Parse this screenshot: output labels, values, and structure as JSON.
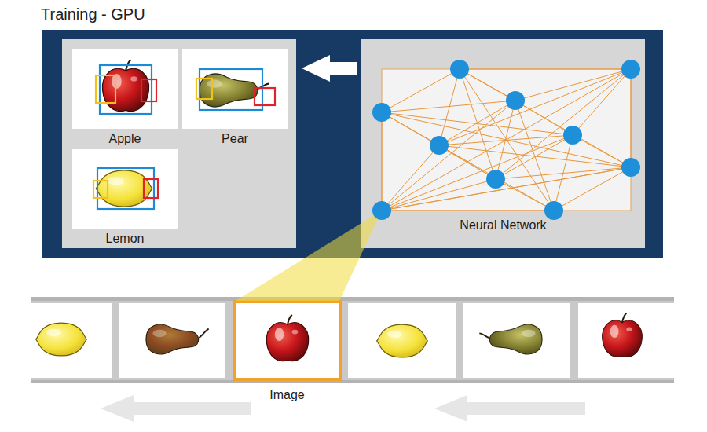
{
  "diagram": {
    "title": "Training - GPU",
    "nodes": [
      {
        "text": [
          "Apple"
        ]
      },
      {
        "text": [
          "Pear"
        ]
      },
      {
        "text": [
          "Lemon"
        ]
      },
      {
        "text": [
          "Neural Network"
        ]
      },
      {
        "text": [
          "Image"
        ]
      }
    ]
  }
}
